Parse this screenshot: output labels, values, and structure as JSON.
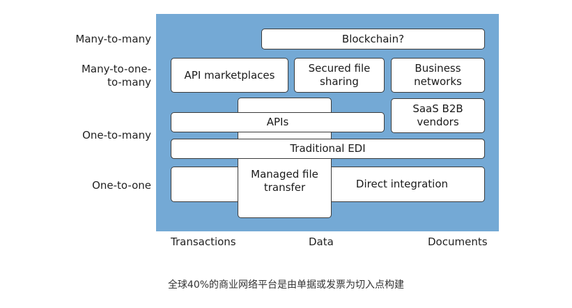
{
  "rows": {
    "many_to_many": "Many-to-many",
    "many_to_one_to_many_line1": "Many-to-one-",
    "many_to_one_to_many_line2": "to-many",
    "one_to_many": "One-to-many",
    "one_to_one": "One-to-one"
  },
  "boxes": {
    "blockchain": "Blockchain?",
    "api_marketplaces": "API marketplaces",
    "secured_file_sharing_line1": "Secured file",
    "secured_file_sharing_line2": "sharing",
    "business_networks_line1": "Business",
    "business_networks_line2": "networks",
    "apis": "APIs",
    "saas_b2b_line1": "SaaS B2B",
    "saas_b2b_line2": "vendors",
    "traditional_edi": "Traditional EDI",
    "managed_file_transfer_line1": "Managed file",
    "managed_file_transfer_line2": "transfer",
    "direct_integration": "Direct integration"
  },
  "axis": {
    "transactions": "Transactions",
    "data": "Data",
    "documents": "Documents"
  },
  "caption": "全球40%的商业网络平台是由单据或发票为切入点构建",
  "colors": {
    "panel": "#74a9d5",
    "box": "#ffffff",
    "border": "#3a3a3a"
  }
}
